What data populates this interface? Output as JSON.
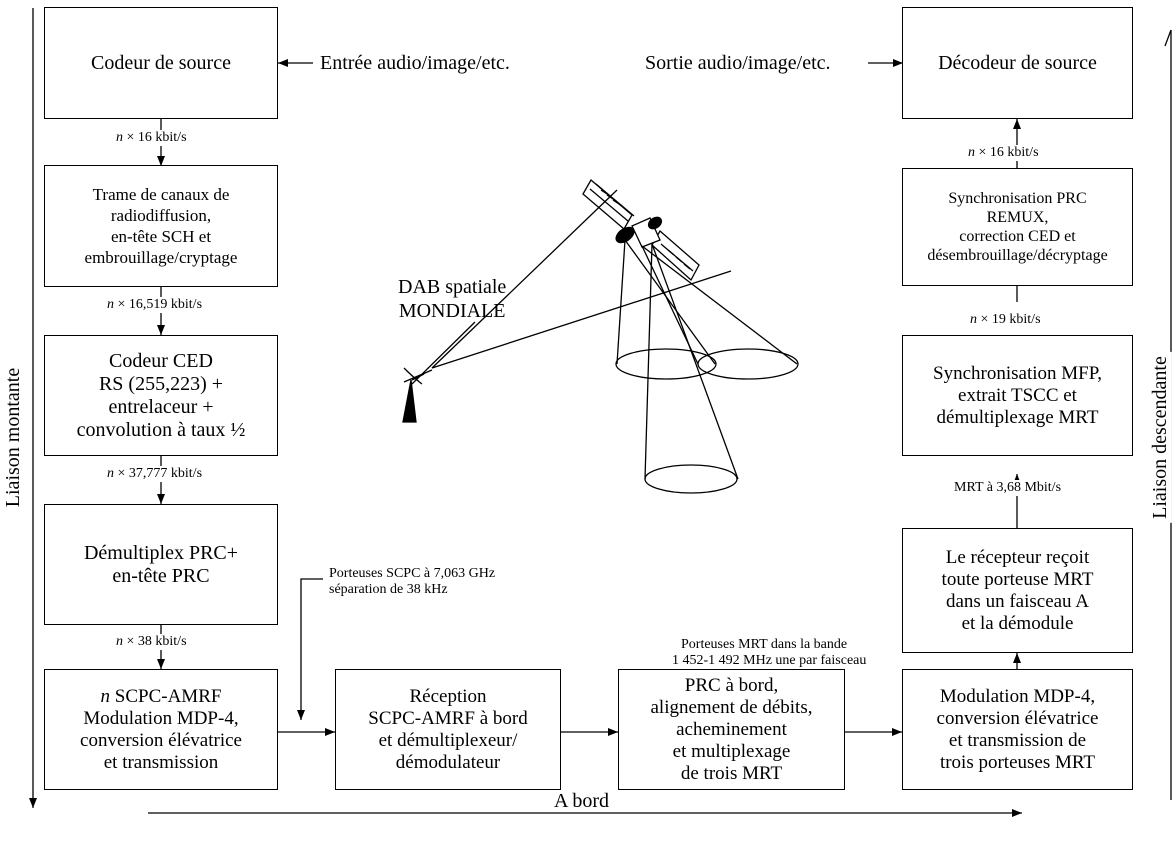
{
  "boxes": {
    "codeur_source": [
      "Codeur de source"
    ],
    "trame": [
      "Trame de canaux de",
      "radiodiffusion,",
      "en-tête SCH et",
      "embrouillage/cryptage"
    ],
    "codeur_ced": [
      "Codeur CED",
      "RS (255,223) +",
      "entrelaceur +",
      "convolution à taux ½"
    ],
    "demultiplex": [
      "Démultiplex PRC+",
      "en-tête PRC"
    ],
    "scpc_amrf": [
      "SCPC-AMRF",
      "Modulation MDP-4,",
      "conversion élévatrice",
      "et transmission"
    ],
    "scpc_amrf_n": "n",
    "reception": [
      "Réception",
      "SCPC-AMRF à bord",
      "et démultiplexeur/",
      "démodulateur"
    ],
    "prc_bord": [
      "PRC à bord,",
      "alignement de débits,",
      "acheminement",
      "et multiplexage",
      "de trois MRT"
    ],
    "modulation": [
      "Modulation MDP-4,",
      "conversion élévatrice",
      "et transmission de",
      "trois porteuses MRT"
    ],
    "recepteur": [
      "Le récepteur reçoit",
      "toute porteuse MRT",
      "dans un faisceau A",
      "et la démodule"
    ],
    "sync_mfp": [
      "Synchronisation MFP,",
      "extrait TSCC et",
      "démultiplexage MRT"
    ],
    "sync_prc": [
      "Synchronisation PRC",
      "REMUX,",
      "correction CED et",
      "désembrouillage/décryptage"
    ],
    "decodeur_source": [
      "Décodeur de source"
    ]
  },
  "rates": {
    "n": "n",
    "r1": "× 16 kbit/s",
    "r2": "× 16,519 kbit/s",
    "r3": "× 37,777 kbit/s",
    "r4": "× 38 kbit/s",
    "r5": "× 19 kbit/s",
    "r6": "× 16 kbit/s",
    "mrt": "MRT à 3,68 Mbit/s"
  },
  "io": {
    "input": "Entrée audio/image/etc.",
    "output": "Sortie audio/image/etc."
  },
  "notes": {
    "scpc": [
      "Porteuses SCPC à 7,063 GHz",
      "séparation de 38 kHz"
    ],
    "mrt_band": [
      "Porteuses MRT dans la bande",
      "1 452-1 492 MHz une par faisceau"
    ]
  },
  "satellite_label": [
    "DAB spatiale",
    "MONDIALE"
  ],
  "axes": {
    "uplink": "Liaison montante",
    "downlink": "Liaison descendante",
    "onboard": "A bord"
  }
}
